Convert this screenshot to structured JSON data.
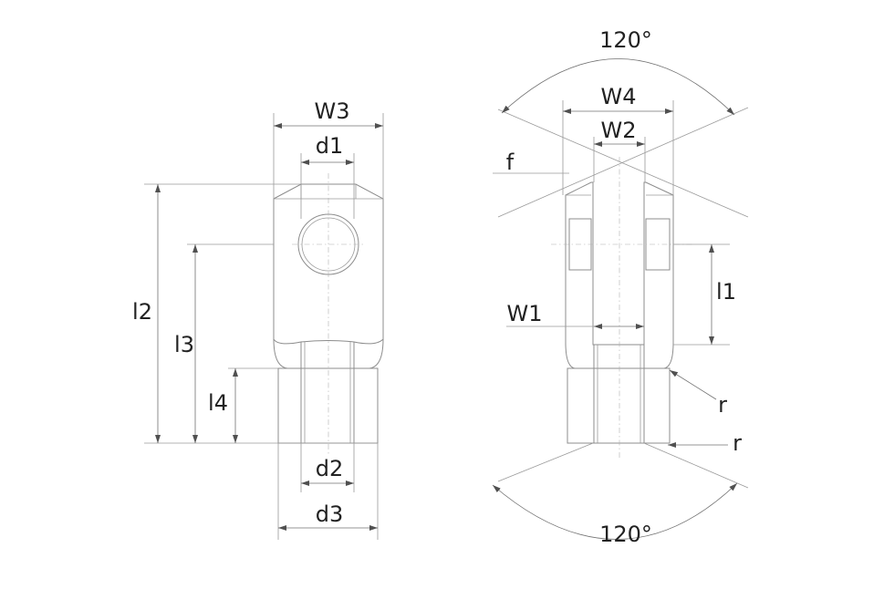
{
  "labels": {
    "w3": "W3",
    "d1": "d1",
    "l2": "l2",
    "l3": "l3",
    "l4": "l4",
    "d2": "d2",
    "d3": "d3",
    "angle_top": "120°",
    "w4": "W4",
    "w2": "W2",
    "f": "f",
    "l1": "l1",
    "w1": "W1",
    "r_upper": "r",
    "r_lower": "r",
    "angle_bottom": "120°"
  },
  "colors": {
    "stroke": "#8c8c8c",
    "dimension": "#707070",
    "text": "#222222"
  }
}
